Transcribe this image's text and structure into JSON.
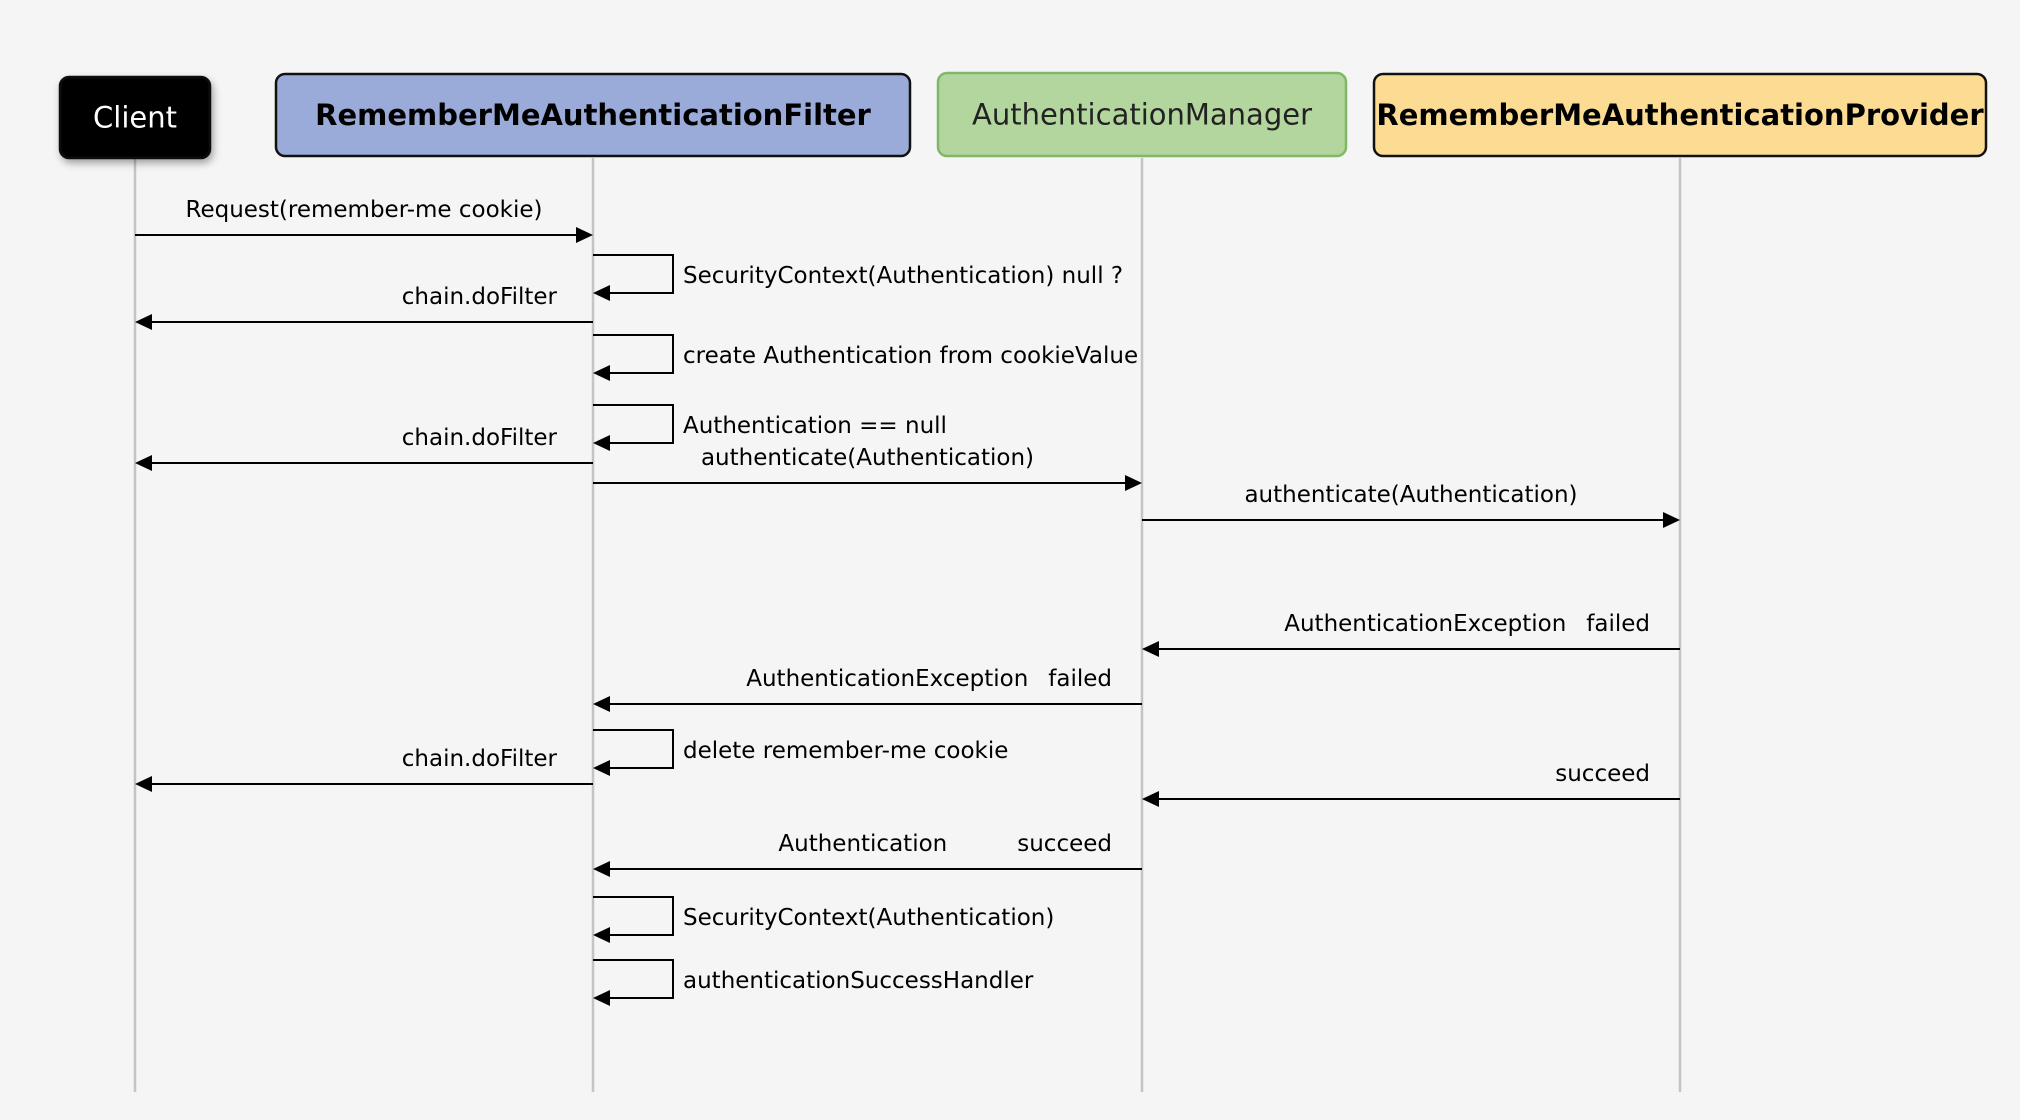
{
  "colors": {
    "background": "#f5f5f5",
    "failed": "#e23a2f",
    "succeed": "#3d9ee3"
  },
  "participants": [
    {
      "id": "client",
      "label": "Client",
      "fill": "#050505",
      "text": "#ffffff",
      "bold": false
    },
    {
      "id": "filter",
      "label": "RememberMeAuthenticationFilter",
      "fill": "#9aabd9",
      "text": "#000000",
      "bold": true
    },
    {
      "id": "manager",
      "label": "AuthenticationManager",
      "fill": "#b2d69d",
      "text": "#222222",
      "bold": false
    },
    {
      "id": "provider",
      "label": "RememberMeAuthenticationProvider",
      "fill": "#fcdc92",
      "text": "#000000",
      "bold": true
    }
  ],
  "messages": [
    {
      "from": "client",
      "to": "filter",
      "label": "Request(remember-me cookie)"
    },
    {
      "self": "filter",
      "label": "SecurityContext(Authentication) null ?"
    },
    {
      "from": "filter",
      "to": "client",
      "label": "chain.doFilter"
    },
    {
      "self": "filter",
      "label": "create Authentication from cookieValue"
    },
    {
      "self": "filter",
      "label": "Authentication ==  null"
    },
    {
      "from": "filter",
      "to": "client",
      "label": "chain.doFilter"
    },
    {
      "from": "filter",
      "to": "manager",
      "label": "authenticate(Authentication)"
    },
    {
      "from": "manager",
      "to": "provider",
      "label": "authenticate(Authentication)"
    },
    {
      "from": "provider",
      "to": "manager",
      "label": "AuthenticationException",
      "status": "failed"
    },
    {
      "from": "manager",
      "to": "filter",
      "label": "AuthenticationException",
      "status": "failed"
    },
    {
      "self": "filter",
      "label": "delete remember-me cookie"
    },
    {
      "from": "filter",
      "to": "client",
      "label": "chain.doFilter"
    },
    {
      "from": "provider",
      "to": "manager",
      "label": "",
      "status": "succeed"
    },
    {
      "from": "manager",
      "to": "filter",
      "label": "Authentication",
      "status": "succeed"
    },
    {
      "self": "filter",
      "label": "SecurityContext(Authentication)"
    },
    {
      "self": "filter",
      "label": "authenticationSuccessHandler"
    }
  ]
}
